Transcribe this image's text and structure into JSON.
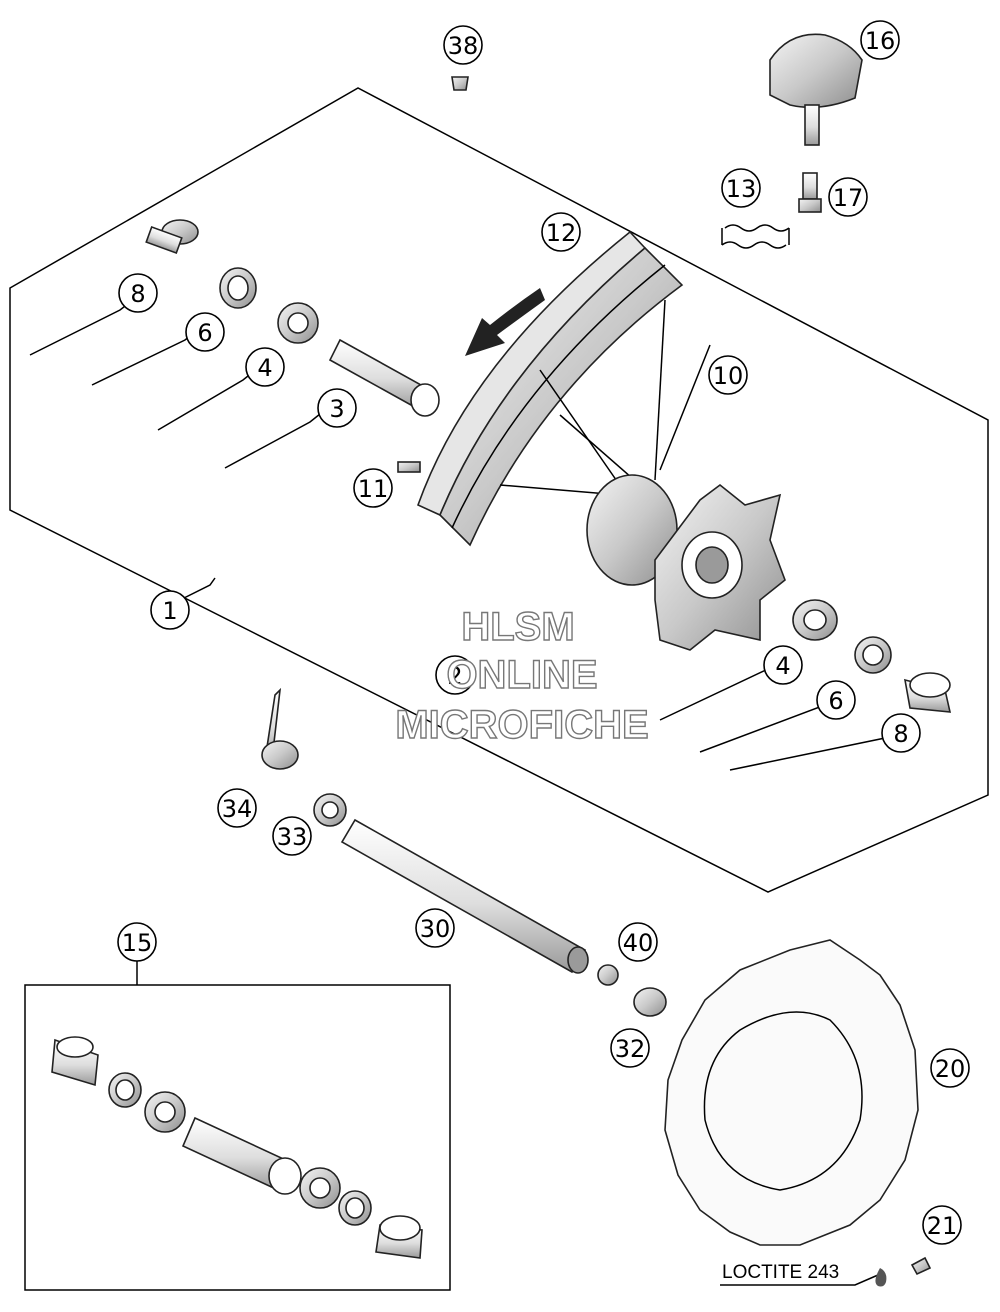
{
  "callouts": [
    {
      "id": "c38",
      "label": "38"
    },
    {
      "id": "c16",
      "label": "16"
    },
    {
      "id": "c13",
      "label": "13"
    },
    {
      "id": "c17",
      "label": "17"
    },
    {
      "id": "c12",
      "label": "12"
    },
    {
      "id": "c10",
      "label": "10"
    },
    {
      "id": "c8a",
      "label": "8"
    },
    {
      "id": "c6a",
      "label": "6"
    },
    {
      "id": "c4a",
      "label": "4"
    },
    {
      "id": "c3",
      "label": "3"
    },
    {
      "id": "c11",
      "label": "11"
    },
    {
      "id": "c1",
      "label": "1"
    },
    {
      "id": "c2",
      "label": "2"
    },
    {
      "id": "c4b",
      "label": "4"
    },
    {
      "id": "c6b",
      "label": "6"
    },
    {
      "id": "c8b",
      "label": "8"
    },
    {
      "id": "c34",
      "label": "34"
    },
    {
      "id": "c33",
      "label": "33"
    },
    {
      "id": "c30",
      "label": "30"
    },
    {
      "id": "c40",
      "label": "40"
    },
    {
      "id": "c15",
      "label": "15"
    },
    {
      "id": "c32",
      "label": "32"
    },
    {
      "id": "c20",
      "label": "20"
    },
    {
      "id": "c21",
      "label": "21"
    }
  ],
  "note": "LOCTITE 243",
  "watermark": {
    "line1": "HLSM",
    "line2": "ONLINE",
    "line3": "MICROFICHE"
  },
  "colors": {
    "line": "#000000",
    "part_fill": "#ffffff",
    "part_shade": "#bdbdbd",
    "background": "#ffffff"
  }
}
